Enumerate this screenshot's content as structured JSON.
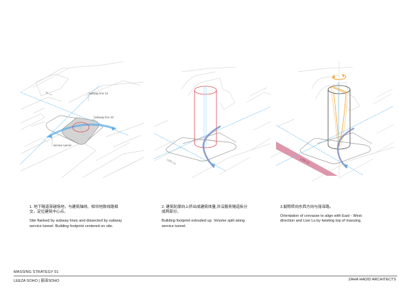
{
  "colors": {
    "subway_line": "#6fc0ee",
    "service_tunnel": "#5aa9e6",
    "footprint_fill": "#d4d4d4",
    "extrusion_red": "#e04a55",
    "twist_orange": "#f0a020",
    "lize_lu_road": "#d98ba3",
    "context_lines": "#cfcfcf",
    "massing_dark": "#444444"
  },
  "panels": [
    {
      "step": "1",
      "labels": {
        "north": "N",
        "subway_14": "subway line 14",
        "subway_16": "subway line 16",
        "service_tunnel": "service tunnel"
      },
      "caption_cn": "1.   地下隧道穿越场地，与建筑轴线、相邻地铁线路相交，定位建筑中心点。",
      "caption_en": "Site flanked by subway lines and dissected by subway service tunnel. Building footprint centered on site."
    },
    {
      "step": "2",
      "labels": {
        "street": "LIZE LU"
      },
      "caption_cn": "2.   建筑轮廓向上挤出成建筑体量,并沿服务隧道拆分成两部分。",
      "caption_en": "Building footprint extruded up. Volume split along service tunnel."
    },
    {
      "step": "3",
      "labels": {
        "street": "LIZE LU"
      },
      "caption_cn": "3.裂隙转向东西方向与丽泽路。",
      "caption_en": "Orientation of crevasse to align with East - West direction and Lize Lu by twisting top of massing."
    }
  ],
  "footer": {
    "title": "MASSING STRATEGY 01",
    "project": "LEEZA SOHO | 丽泽SOHO",
    "firm": "ZAHA HADID ARCHITECTS"
  }
}
